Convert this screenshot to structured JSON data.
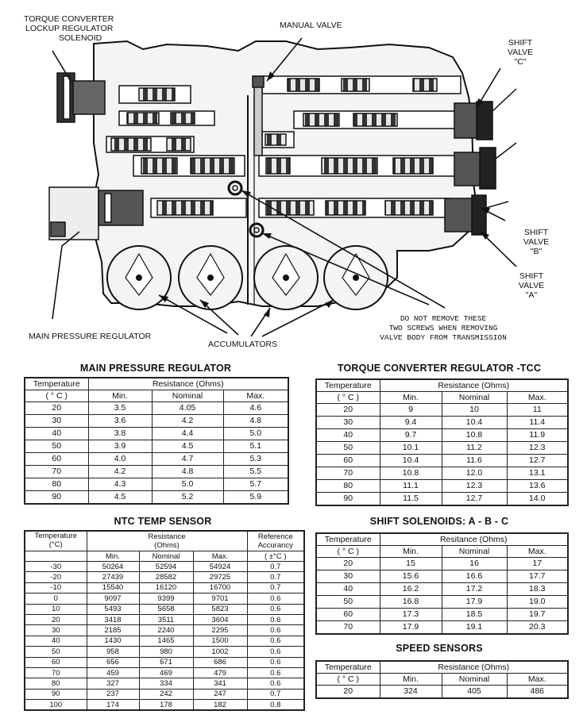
{
  "labels": {
    "tcc_solenoid": [
      "TORQUE CONVERTER",
      "LOCKUP REGULATOR",
      "SOLENOID"
    ],
    "manual_valve": "MANUAL VALVE",
    "shift_valve_c": [
      "SHIFT",
      "VALVE",
      "\"C\""
    ],
    "shift_valve_b": [
      "SHIFT",
      "VALVE",
      "\"B\""
    ],
    "shift_valve_a": [
      "SHIFT",
      "VALVE",
      "\"A\""
    ],
    "main_pressure_regulator": "MAIN PRESSURE REGULATOR",
    "accumulators": "ACCUMULATORS",
    "note": [
      "DO NOT REMOVE THESE",
      "TWO SCREWS WHEN REMOVING",
      "VALVE BODY FROM TRANSMISSION"
    ]
  },
  "tables": {
    "main_pressure": {
      "title": "MAIN PRESSURE REGULATOR",
      "h_temp": "Temperature",
      "h_temp_unit": "( ° C )",
      "h_res": "Resistance (Ohms)",
      "h_min": "Min.",
      "h_nom": "Nominal",
      "h_max": "Max.",
      "rows": [
        [
          "20",
          "3.5",
          "4.05",
          "4.6"
        ],
        [
          "30",
          "3.6",
          "4.2",
          "4.8"
        ],
        [
          "40",
          "3.8",
          "4.4",
          "5.0"
        ],
        [
          "50",
          "3.9",
          "4.5",
          "5.1"
        ],
        [
          "60",
          "4.0",
          "4.7",
          "5.3"
        ],
        [
          "70",
          "4.2",
          "4.8",
          "5.5"
        ],
        [
          "80",
          "4.3",
          "5.0",
          "5.7"
        ],
        [
          "90",
          "4.5",
          "5.2",
          "5.9"
        ]
      ]
    },
    "tcc": {
      "title": "TORQUE CONVERTER REGULATOR -TCC",
      "h_temp": "Temperature",
      "h_temp_unit": "( ° C )",
      "h_res": "Resistance (Ohms)",
      "h_min": "Min.",
      "h_nom": "Nominal",
      "h_max": "Max.",
      "rows": [
        [
          "20",
          "9",
          "10",
          "11"
        ],
        [
          "30",
          "9.4",
          "10.4",
          "11.4"
        ],
        [
          "40",
          "9.7",
          "10.8",
          "11.9"
        ],
        [
          "50",
          "10.1",
          "11.2",
          "12.3"
        ],
        [
          "60",
          "10.4",
          "11.6",
          "12.7"
        ],
        [
          "70",
          "10.8",
          "12.0",
          "13.1"
        ],
        [
          "80",
          "11.1",
          "12.3",
          "13.6"
        ],
        [
          "90",
          "11.5",
          "12.7",
          "14.0"
        ]
      ]
    },
    "ntc": {
      "title": "NTC TEMP SENSOR",
      "h_temp": "Temperature",
      "h_temp_unit": "(°C)",
      "h_res": "Resistance",
      "h_res_unit": "(Ohms)",
      "h_ref": "Reference",
      "h_ref2": "Accurancy",
      "h_ref_unit": "( ±°C )",
      "h_min": "Min.",
      "h_nom": "Nominal",
      "h_max": "Max.",
      "rows": [
        [
          "-30",
          "50264",
          "52594",
          "54924",
          "0.7"
        ],
        [
          "-20",
          "27439",
          "28582",
          "29725",
          "0.7"
        ],
        [
          "-10",
          "15540",
          "16120",
          "16700",
          "0.7"
        ],
        [
          "0",
          "9097",
          "9399",
          "9701",
          "0.6"
        ],
        [
          "10",
          "5493",
          "5658",
          "5823",
          "0.6"
        ],
        [
          "20",
          "3418",
          "3511",
          "3604",
          "0.6"
        ],
        [
          "30",
          "2185",
          "2240",
          "2295",
          "0.6"
        ],
        [
          "40",
          "1430",
          "1465",
          "1500",
          "0.6"
        ],
        [
          "50",
          "958",
          "980",
          "1002",
          "0.6"
        ],
        [
          "60",
          "656",
          "671",
          "686",
          "0.6"
        ],
        [
          "70",
          "459",
          "469",
          "479",
          "0.6"
        ],
        [
          "80",
          "327",
          "334",
          "341",
          "0.6"
        ],
        [
          "90",
          "237",
          "242",
          "247",
          "0.7"
        ],
        [
          "100",
          "174",
          "178",
          "182",
          "0.8"
        ]
      ]
    },
    "shift": {
      "title": "SHIFT SOLENOIDS: A - B - C",
      "h_temp": "Temperature",
      "h_temp_unit": "( ° C )",
      "h_res": "Resitance (Ohms)",
      "h_min": "Min.",
      "h_nom": "Nominal",
      "h_max": "Max.",
      "rows": [
        [
          "20",
          "15",
          "16",
          "17"
        ],
        [
          "30",
          "15.6",
          "16.6",
          "17.7"
        ],
        [
          "40",
          "16.2",
          "17.2",
          "18.3"
        ],
        [
          "50",
          "16.8",
          "17.9",
          "19.0"
        ],
        [
          "60",
          "17.3",
          "18.5",
          "19.7"
        ],
        [
          "70",
          "17.9",
          "19.1",
          "20.3"
        ]
      ]
    },
    "speed": {
      "title": "SPEED SENSORS",
      "h_temp": "Temperature",
      "h_temp_unit": "( ° C )",
      "h_res": "Resistance (Ohms)",
      "h_min": "Min.",
      "h_nom": "Nominal",
      "h_max": "Max.",
      "rows": [
        [
          "20",
          "324",
          "405",
          "486"
        ]
      ]
    }
  }
}
